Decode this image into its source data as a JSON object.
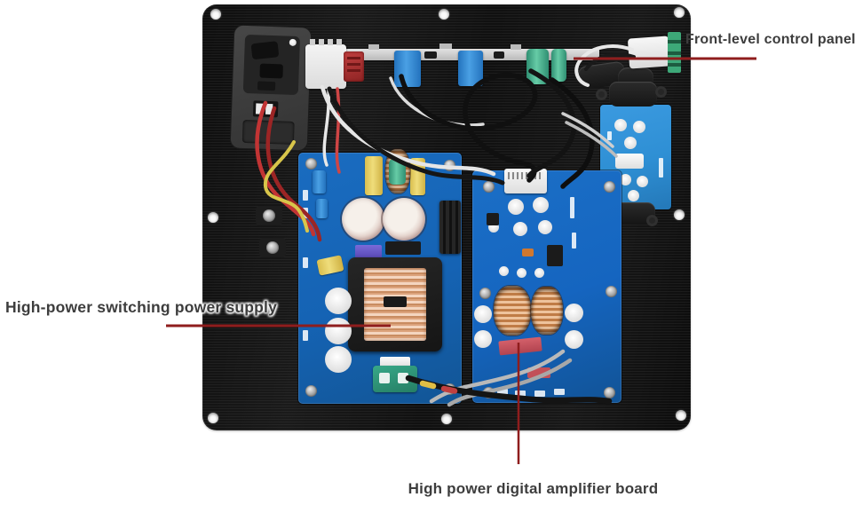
{
  "annotations": {
    "front_panel_label": "Front-level control panel",
    "psu_label": "High-power switching power supply",
    "amp_label": "High power digital amplifier board"
  },
  "colors": {
    "background": "#ffffff",
    "panel_black": "#121212",
    "pcb_blue": "#1563b4",
    "control_pcb_blue": "#2e8fd4",
    "copper": "#c8854f",
    "leader_line": "#8f1d1d",
    "label_text": "#3d3d3d"
  }
}
